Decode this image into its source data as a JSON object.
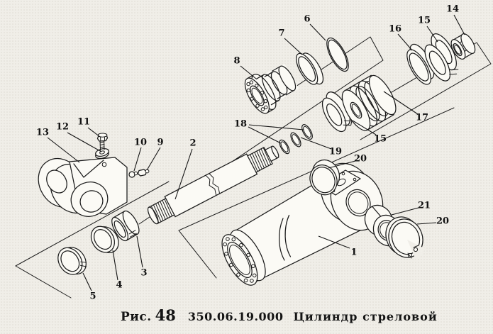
{
  "figure": {
    "caption_label": "Рис.",
    "caption_number": "48",
    "caption_code": "350.06.19.000",
    "caption_title": "Цилиндр  стреловой"
  },
  "callouts": [
    {
      "label": "1"
    },
    {
      "label": "2"
    },
    {
      "label": "3"
    },
    {
      "label": "4"
    },
    {
      "label": "5"
    },
    {
      "label": "6"
    },
    {
      "label": "7"
    },
    {
      "label": "8"
    },
    {
      "label": "9"
    },
    {
      "label": "10"
    },
    {
      "label": "11"
    },
    {
      "label": "12"
    },
    {
      "label": "13"
    },
    {
      "label": "14"
    },
    {
      "label": "15"
    },
    {
      "label": "15"
    },
    {
      "label": "16"
    },
    {
      "label": "17"
    },
    {
      "label": "18"
    },
    {
      "label": "19"
    },
    {
      "label": "20"
    },
    {
      "label": "20"
    },
    {
      "label": "21"
    }
  ]
}
